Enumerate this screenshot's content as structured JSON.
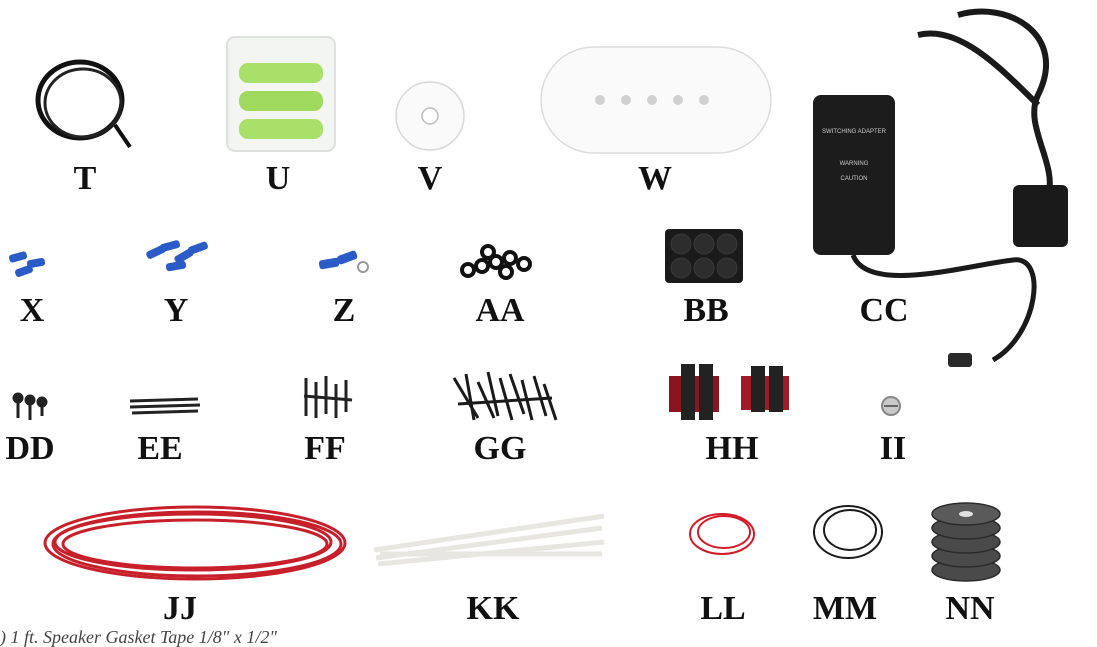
{
  "labels": {
    "T": "T",
    "U": "U",
    "V": "V",
    "W": "W",
    "X": "X",
    "Y": "Y",
    "Z": "Z",
    "AA": "AA",
    "BB": "BB",
    "CC": "CC",
    "DD": "DD",
    "EE": "EE",
    "FF": "FF",
    "GG": "GG",
    "HH": "HH",
    "II": "II",
    "JJ": "JJ",
    "KK": "KK",
    "LL": "LL",
    "MM": "MM",
    "NN": "NN"
  },
  "adapter_text": {
    "title": "SWITCHING ADAPTER",
    "warning": "WARNING",
    "caution": "CAUTION"
  },
  "caption": ")           1 ft. Speaker Gasket Tape 1/8\" x 1/2\""
}
